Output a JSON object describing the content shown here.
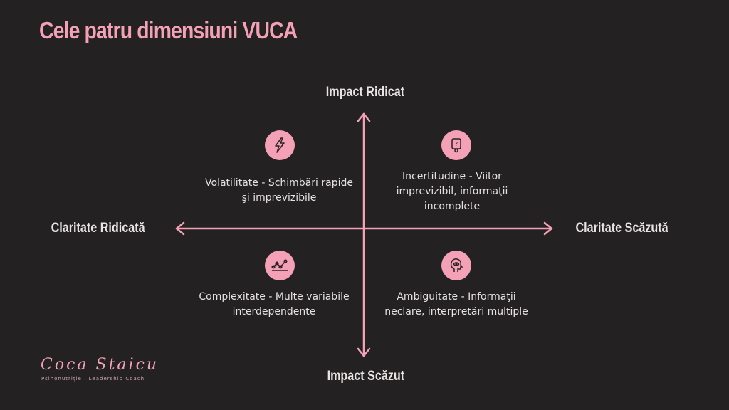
{
  "title": "Cele patru dimensiuni VUCA",
  "axes": {
    "top": "Impact Ridicat",
    "bottom": "Impact Scăzut",
    "left": "Claritate Ridicată",
    "right": "Claritate Scăzută"
  },
  "quadrants": [
    {
      "icon": "lightning-icon",
      "text": "Volatilitate - Schimbări rapide şi imprevizibile"
    },
    {
      "icon": "question-device-icon",
      "text": "Incertitudine - Viitor imprevizibil, informaţii incomplete"
    },
    {
      "icon": "network-chart-icon",
      "text": "Complexitate - Multe variabile interdependente"
    },
    {
      "icon": "head-eye-icon",
      "text": "Ambiguitate - Informaţii neclare, interpretări multiple"
    }
  ],
  "brand": {
    "name": "Coca Staicu",
    "tagline": "Psihonutriție | Leadership Coach"
  },
  "colors": {
    "accent": "#f4a0b6",
    "background": "#232121"
  }
}
